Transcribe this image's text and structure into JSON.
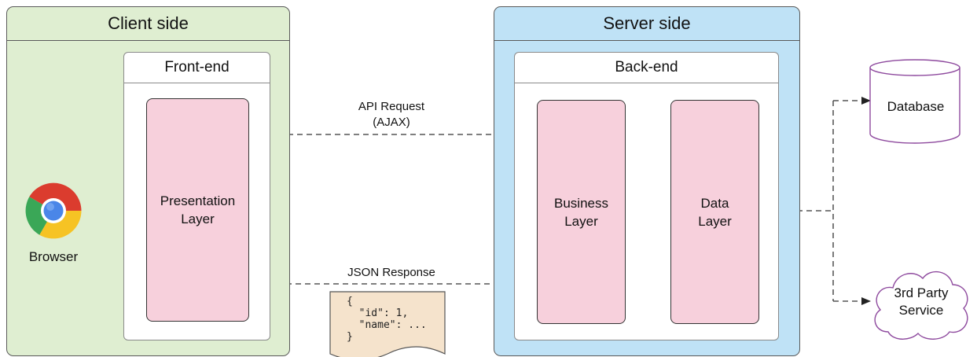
{
  "client": {
    "title": "Client side",
    "frontend": {
      "title": "Front-end",
      "presentation_layer": "Presentation\nLayer"
    },
    "browser_label": "Browser"
  },
  "server": {
    "title": "Server side",
    "backend": {
      "title": "Back-end",
      "business_layer": "Business\nLayer",
      "data_layer": "Data\nLayer"
    }
  },
  "arrows": {
    "request_label": "API Request\n(AJAX)",
    "response_label": "JSON Response"
  },
  "json_snippet": "{\n  \"id\": 1,\n  \"name\": ...\n}",
  "external": {
    "database": "Database",
    "third_party": "3rd Party\nService"
  },
  "colors": {
    "client_zone": "#dfeed1",
    "server_zone": "#bfe2f6",
    "layer_fill": "#f7d0dc",
    "document_fill": "#f5e3cc",
    "external_border": "#8e4a9e"
  },
  "icons": {
    "browser": "chrome-icon"
  }
}
